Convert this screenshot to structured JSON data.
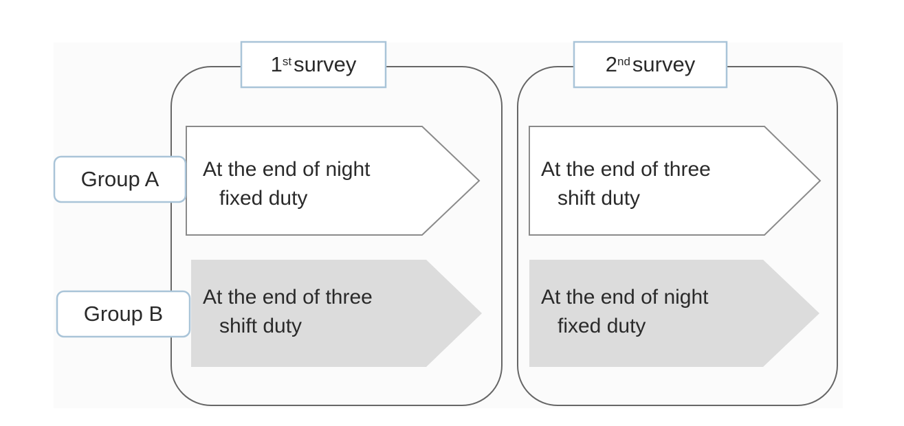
{
  "surveys": [
    {
      "num": "1",
      "suffix": "st",
      "word": "survey"
    },
    {
      "num": "2",
      "suffix": "nd",
      "word": "survey"
    }
  ],
  "groups": [
    {
      "label": "Group A"
    },
    {
      "label": "Group B"
    }
  ],
  "cells": [
    {
      "line1": "At the end of night",
      "line2": "fixed duty"
    },
    {
      "line1": "At the end of three",
      "line2": "shift duty"
    },
    {
      "line1": "At the end of three",
      "line2": "shift duty"
    },
    {
      "line1": "At the end of night",
      "line2": "fixed duty"
    }
  ],
  "colors": {
    "background": "#ffffff",
    "panel_bg": "#fafafa",
    "panel_border": "#666666",
    "tab_border": "#a9c4d8",
    "arrow_white": "#ffffff",
    "arrow_gray": "#dcdcdc",
    "arrow_outline": "#8a8a8a"
  }
}
